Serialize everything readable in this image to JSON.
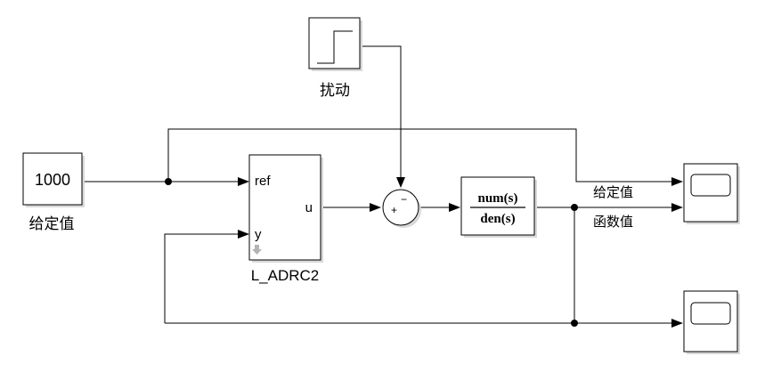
{
  "blocks": {
    "constant": {
      "value": "1000",
      "label": "给定值"
    },
    "disturbance": {
      "label": "扰动"
    },
    "sum": {
      "signs_plus": "+",
      "signs_minus": "−"
    },
    "adrc": {
      "name": "L_ADRC2",
      "in_ref": "ref",
      "in_y": "y",
      "out_u": "u"
    },
    "transfer_fcn": {
      "numerator": "num(s)",
      "denominator": "den(s)"
    },
    "scope1": {
      "signal1": "给定值",
      "signal2": "函数值"
    }
  }
}
